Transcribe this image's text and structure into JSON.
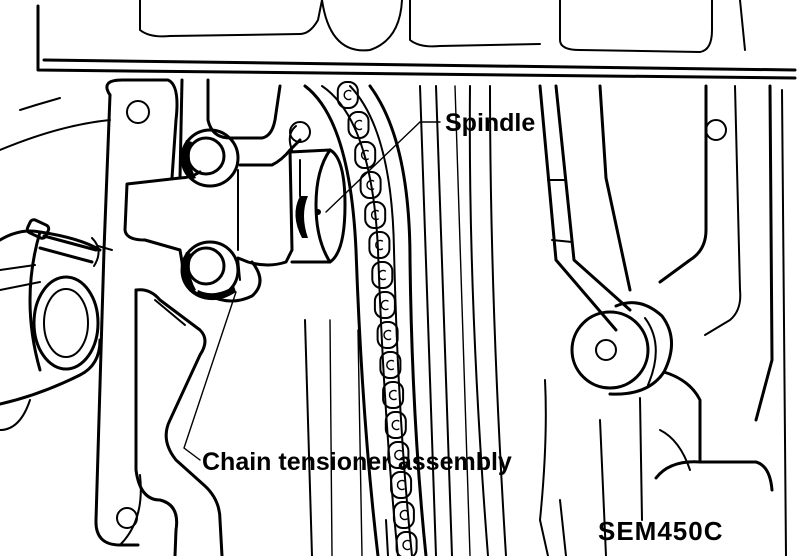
{
  "labels": {
    "spindle": "Spindle",
    "chain_tensioner": "Chain tensioner assembly",
    "figure_code": "SEM450C"
  },
  "colors": {
    "ink": "#000000",
    "paper": "#ffffff"
  }
}
